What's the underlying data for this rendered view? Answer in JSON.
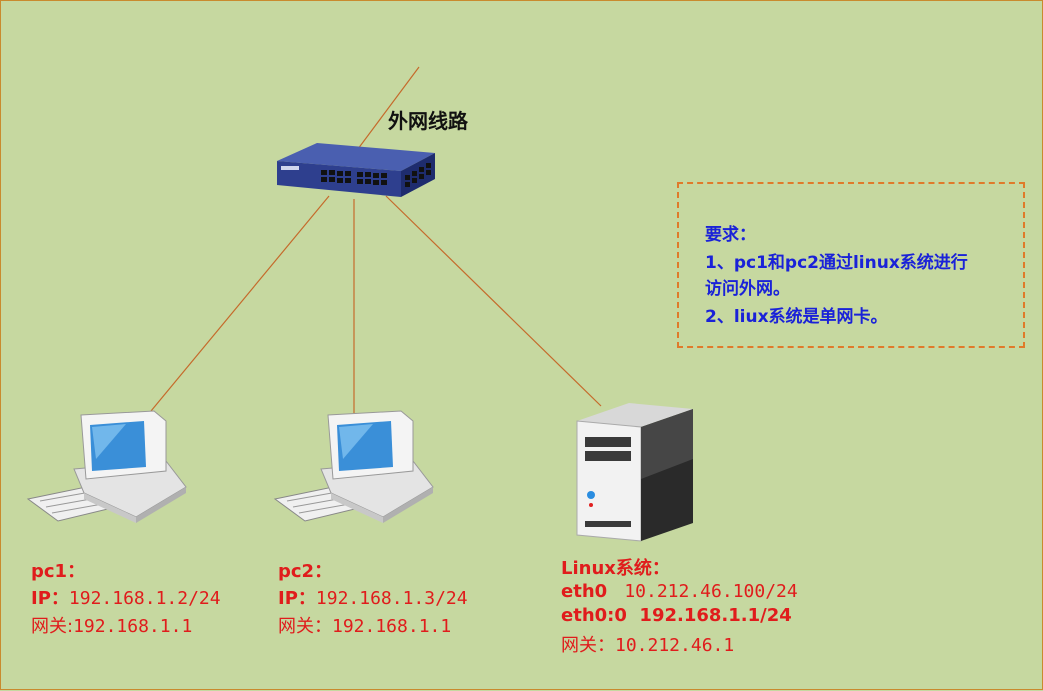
{
  "colors": {
    "background": "#c6d8a0",
    "link": "#c56a2b",
    "label_red": "#e01c1c",
    "note_blue": "#1a22d8",
    "note_border": "#e07a2a"
  },
  "icons": [
    "switch-icon",
    "desktop-computer-icon",
    "server-tower-icon"
  ],
  "external_line": {
    "label": "外网线路"
  },
  "note": {
    "lines": [
      "要求：",
      "1、pc1和pc2通过linux系统进行",
      "访问外网。",
      "2、liux系统是单网卡。"
    ]
  },
  "pc1": {
    "name": "pc1：",
    "ip_label": "IP：",
    "ip": "192.168.1.2/24",
    "gw_label": "网关:",
    "gw": "192.168.1.1"
  },
  "pc2": {
    "name": "pc2：",
    "ip_label": "IP：",
    "ip": "192.168.1.3/24",
    "gw_label": "网关：",
    "gw": "192.168.1.1"
  },
  "linux": {
    "name": "Linux系统：",
    "eth0_label": "eth0",
    "eth0_ip": "10.212.46.100/24",
    "eth00_label": "eth0:0",
    "eth00_ip": "192.168.1.1/24",
    "gw_label": "网关：",
    "gw": "10.212.46.1"
  }
}
